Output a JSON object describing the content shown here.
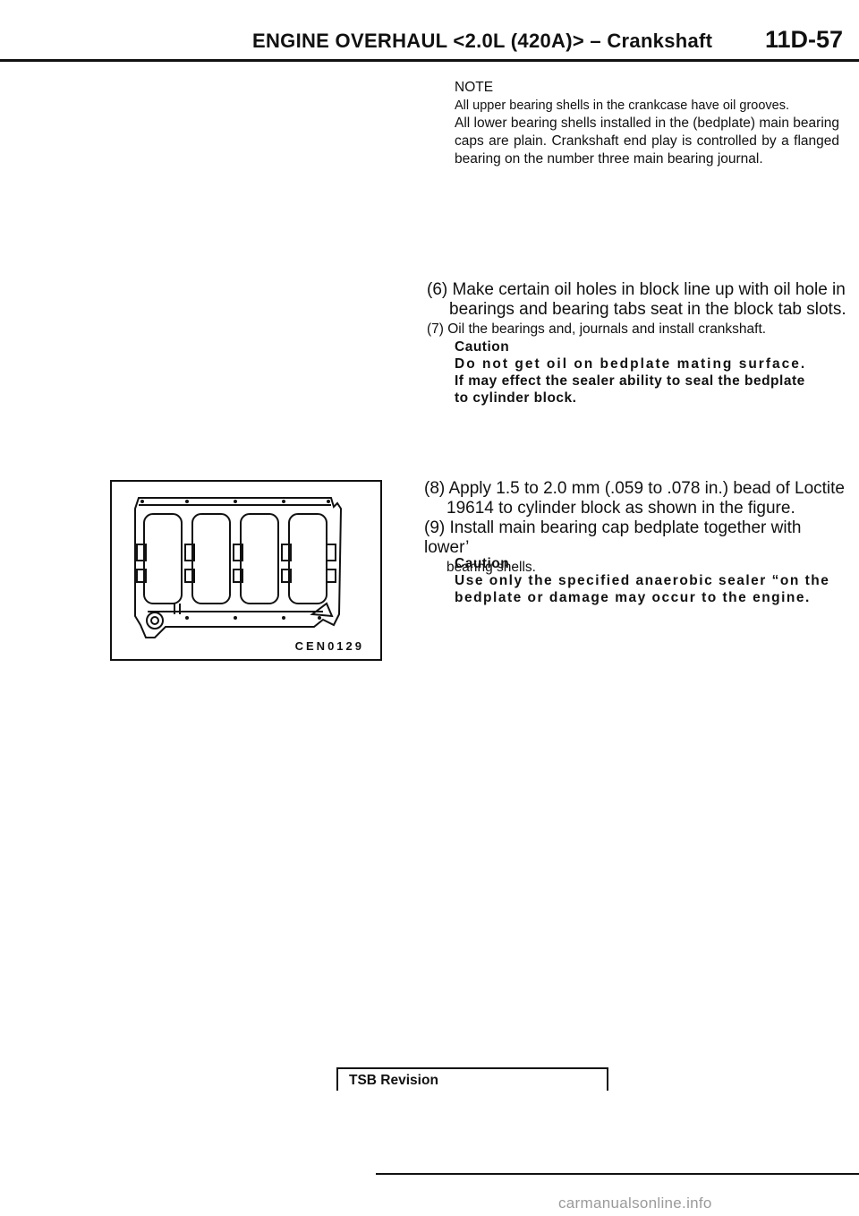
{
  "header": {
    "title": "ENGINE OVERHAUL <2.0L (420A)> – Crankshaft",
    "page_number": "11D-57"
  },
  "note": {
    "heading": "NOTE",
    "lines": [
      "All upper bearing shells in the crankcase have oil grooves.",
      "All lower bearing shells installed in the (bedplate) main bearing caps are plain. Crankshaft end play is controlled by a flanged bearing on the number three main bearing journal."
    ]
  },
  "step6": {
    "line1": "(6) Make certain oil holes in block line up with oil hole in",
    "line2": "bearings and bearing tabs seat in the block tab slots."
  },
  "step7": {
    "text": "(7) Oil the bearings and, journals and install crankshaft."
  },
  "caution1": {
    "heading": "Caution",
    "line1": "Do not get oil on bedplate mating surface.",
    "line2": "If may effect the sealer ability to seal the bedplate",
    "line3": "to cylinder block."
  },
  "step8": {
    "line1": "(8) Apply 1.5 to 2.0 mm (.059 to .078 in.) bead of Loctite",
    "line2": "19614 to cylinder block as shown in the figure."
  },
  "step9": {
    "line1": "(9) Install main bearing cap bedplate together with lower’",
    "line2": "bearing shells."
  },
  "caution2": {
    "heading": "Caution",
    "line1": "Use only the specified anaerobic sealer “on the",
    "line2": "bedplate or damage may occur to the engine."
  },
  "figure": {
    "code": "CEN0129"
  },
  "footer": {
    "tsb_label": "TSB Revision",
    "watermark": "carmanualsonline.info"
  }
}
